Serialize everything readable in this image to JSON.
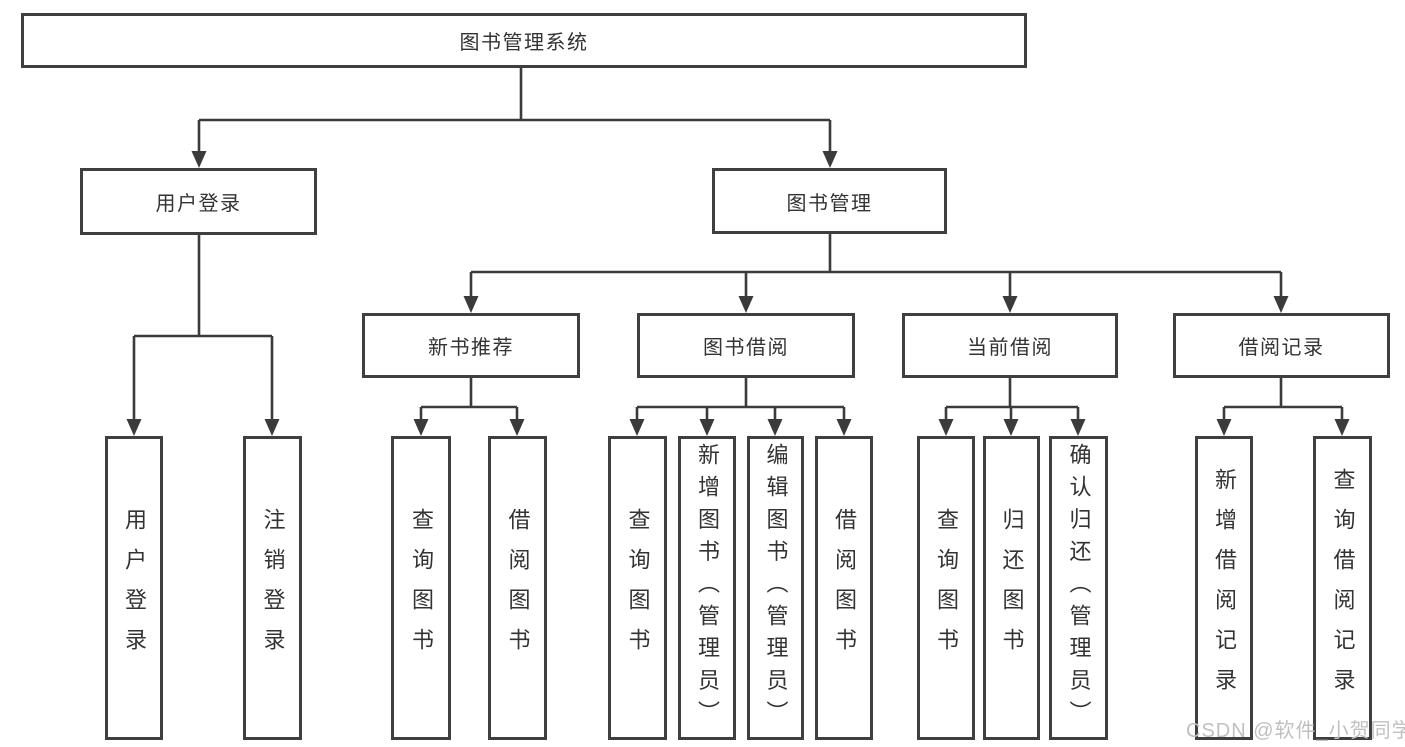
{
  "diagram": {
    "root": {
      "label": "图书管理系统"
    },
    "branches": [
      {
        "label": "用户登录",
        "leaves": [
          {
            "label": "用户登录"
          },
          {
            "label": "注销登录"
          }
        ]
      },
      {
        "label": "图书管理",
        "sections": [
          {
            "label": "新书推荐",
            "leaves": [
              {
                "label": "查询图书"
              },
              {
                "label": "借阅图书"
              }
            ]
          },
          {
            "label": "图书借阅",
            "leaves": [
              {
                "label": "查询图书"
              },
              {
                "label": "新增图书（管理员）"
              },
              {
                "label": "编辑图书（管理员）"
              },
              {
                "label": "借阅图书"
              }
            ]
          },
          {
            "label": "当前借阅",
            "leaves": [
              {
                "label": "查询图书"
              },
              {
                "label": "归还图书"
              },
              {
                "label": "确认归还（管理员）"
              }
            ]
          },
          {
            "label": "借阅记录",
            "leaves": [
              {
                "label": "新增借阅记录"
              },
              {
                "label": "查询借阅记录"
              }
            ]
          }
        ]
      }
    ]
  },
  "watermark": {
    "text": "CSDN @软件_小贺同学"
  },
  "colors": {
    "line": "#3b3b3b",
    "border": "#3f3f3f",
    "text": "#333333",
    "watermark": "#c0c0c0",
    "background": "#ffffff"
  }
}
